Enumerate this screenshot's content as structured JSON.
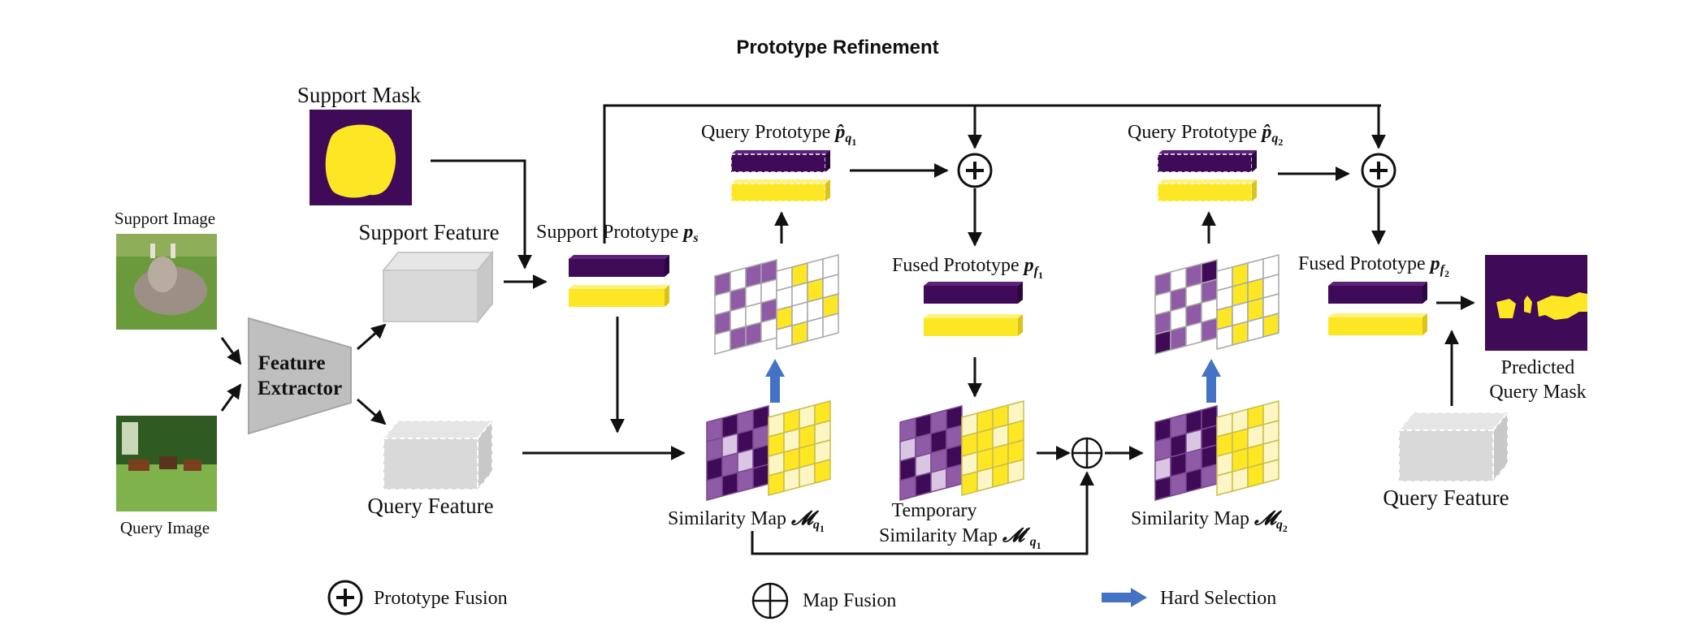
{
  "title": "Prototype Refinement",
  "labels": {
    "support_mask": "Support Mask",
    "support_image": "Support Image",
    "query_image": "Query Image",
    "feature_extractor_1": "Feature",
    "feature_extractor_2": "Extractor",
    "support_feature": "Support Feature",
    "query_feature": "Query Feature",
    "support_prototype": "Support Prototype",
    "support_prototype_sym": "p",
    "support_prototype_sub": "s",
    "query_prototype_1": "Query Prototype",
    "query_prototype_1_sym": "p̂",
    "query_prototype_1_sub": "q",
    "query_prototype_1_subsub": "1",
    "query_prototype_2": "Query Prototype",
    "query_prototype_2_sym": "p̂",
    "query_prototype_2_sub": "q",
    "query_prototype_2_subsub": "2",
    "fused_prototype_1": "Fused Prototype",
    "fused_prototype_1_sym": "p",
    "fused_prototype_1_sub": "f",
    "fused_prototype_1_subsub": "1",
    "fused_prototype_2": "Fused Prototype",
    "fused_prototype_2_sym": "p",
    "fused_prototype_2_sub": "f",
    "fused_prototype_2_subsub": "2",
    "similarity_map_1": "Similarity Map",
    "similarity_map_1_sym": "𝓜",
    "similarity_map_1_sub": "q",
    "similarity_map_1_subsub": "1",
    "temporary_1": "Temporary",
    "temporary_2": "Similarity Map",
    "temporary_sym": "𝓜",
    "temporary_prime": "′",
    "temporary_sub": "q",
    "temporary_subsub": "1",
    "similarity_map_2": "Similarity Map",
    "similarity_map_2_sym": "𝓜",
    "similarity_map_2_sub": "q",
    "similarity_map_2_subsub": "2",
    "predicted_1": "Predicted",
    "predicted_2": "Query Mask",
    "query_feature_2": "Query Feature"
  },
  "legend": {
    "prototype_fusion": "Prototype Fusion",
    "map_fusion": "Map Fusion",
    "hard_selection": "Hard Selection"
  },
  "icons": [
    "oplus-prototype-fusion-icon",
    "oplus-map-fusion-icon",
    "blue-arrow-hard-selection-icon"
  ],
  "colors": {
    "dark_purple": "#3f0a57",
    "yellow": "#fde725",
    "mid_purple": "#8f5aa6",
    "light_purple": "#d9c6e3",
    "light_yellow": "#fbf6c4",
    "gray": "#d9d9d9",
    "blue": "#4472c4",
    "line": "#111111"
  }
}
